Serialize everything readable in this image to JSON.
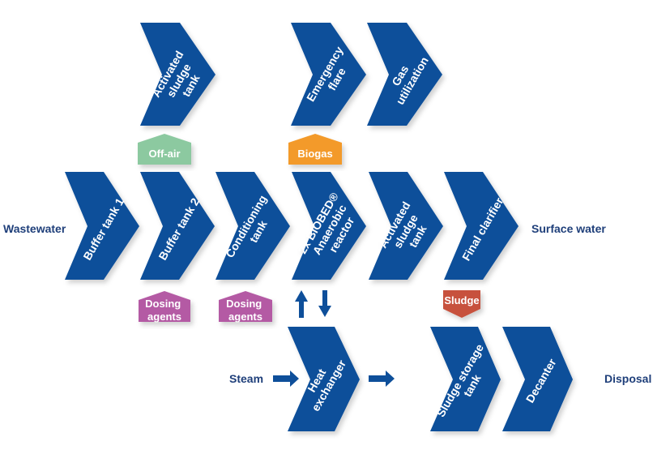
{
  "colors": {
    "process": "#0e4f9a",
    "label_text": "#1f3f7a",
    "off_air": "#8cc9a0",
    "biogas": "#f39a2b",
    "dosing": "#b45aa4",
    "sludge": "#c7513e"
  },
  "inputs": {
    "wastewater": "Wastewater",
    "steam": "Steam"
  },
  "outputs": {
    "surface_water": "Surface water",
    "disposal": "Disposal"
  },
  "top_row": [
    {
      "id": "activated-sludge-top",
      "lines": [
        "Activated",
        "sludge",
        "tank"
      ]
    },
    {
      "id": "emergency-flare",
      "lines": [
        "Emergency",
        "flare"
      ]
    },
    {
      "id": "gas-utilization",
      "lines": [
        "Gas",
        "utilization"
      ]
    }
  ],
  "main_row": [
    {
      "id": "buffer-tank-1",
      "lines": [
        "Buffer tank 1"
      ]
    },
    {
      "id": "buffer-tank-2",
      "lines": [
        "Buffer tank 2"
      ]
    },
    {
      "id": "conditioning-tank",
      "lines": [
        "Conditioning",
        "tank"
      ]
    },
    {
      "id": "biobed-reactor",
      "lines": [
        "2x BIOBED®",
        "Anaerobic",
        "reactor"
      ]
    },
    {
      "id": "activated-sludge-main",
      "lines": [
        "Activated",
        "sludge",
        "tank"
      ]
    },
    {
      "id": "final-clarifier",
      "lines": [
        "Final clarifier"
      ]
    }
  ],
  "bottom_row": [
    {
      "id": "heat-exchanger",
      "lines": [
        "Heat",
        "exchanger"
      ]
    },
    {
      "id": "sludge-storage-tank",
      "lines": [
        "Sludge storage",
        "tank"
      ]
    },
    {
      "id": "decanter",
      "lines": [
        "Decanter"
      ]
    }
  ],
  "tags": {
    "off_air": "Off-air",
    "biogas": "Biogas",
    "dosing_1": [
      "Dosing",
      "agents"
    ],
    "dosing_2": [
      "Dosing",
      "agents"
    ],
    "sludge": "Sludge"
  }
}
